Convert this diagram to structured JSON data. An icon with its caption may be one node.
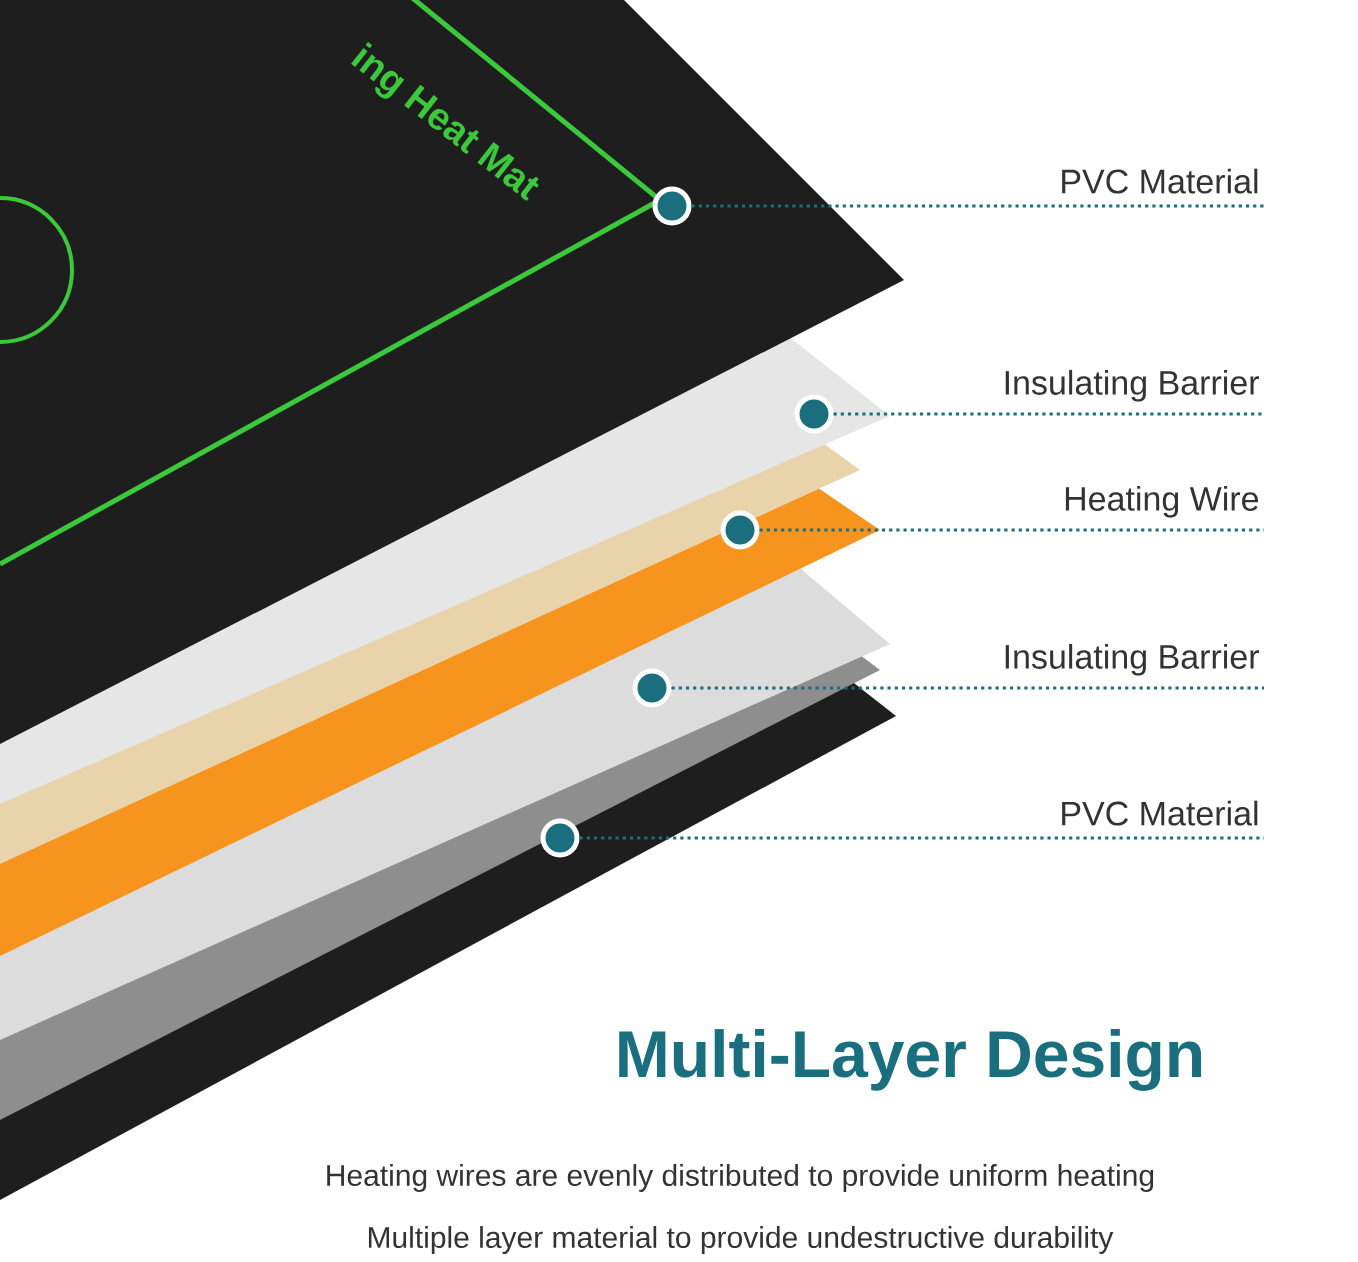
{
  "diagram": {
    "title": "Multi-Layer Design",
    "nodes": [
      {
        "text": [
          "PVC Material"
        ]
      },
      {
        "text": [
          "Insulating Barrier"
        ]
      },
      {
        "text": [
          "Heating Wire"
        ]
      },
      {
        "text": [
          "Insulating Barrier"
        ]
      },
      {
        "text": [
          "PVC Material"
        ]
      },
      {
        "text": [],
        "shape": "circle"
      },
      {
        "text": [],
        "shape": "circle"
      },
      {
        "text": [],
        "shape": "circle"
      },
      {
        "text": [],
        "shape": "circle"
      },
      {
        "text": [],
        "shape": "circle"
      }
    ],
    "edges": [
      {
        "from": 0,
        "to": 5,
        "arrow": "none",
        "style": "dashed"
      },
      {
        "from": 1,
        "to": 6,
        "arrow": "none",
        "style": "dashed"
      },
      {
        "from": 2,
        "to": 7,
        "arrow": "none",
        "style": "dashed"
      },
      {
        "from": 3,
        "to": 8,
        "arrow": "none",
        "style": "dashed"
      },
      {
        "from": 4,
        "to": 9,
        "arrow": "none",
        "style": "dashed"
      }
    ],
    "labels": [
      "ing Heat Mat",
      "Heating wires are evenly distributed to provide uniform heating",
      "Multiple layer material to provide undestructive durability"
    ]
  }
}
